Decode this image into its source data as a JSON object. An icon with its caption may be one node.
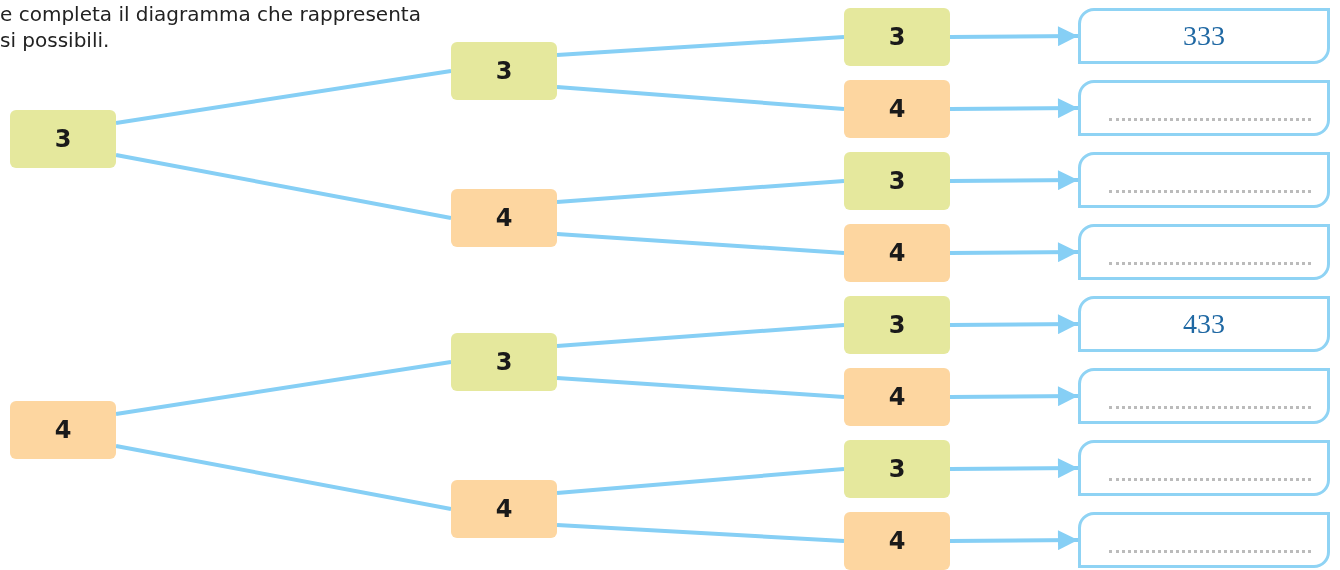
{
  "diagram": {
    "nodes": [
      {
        "text": [
          "3"
        ]
      },
      {
        "text": [
          "4"
        ]
      },
      {
        "text": [
          "3"
        ]
      },
      {
        "text": [
          "4"
        ]
      },
      {
        "text": [
          "3"
        ]
      },
      {
        "text": [
          "4"
        ]
      },
      {
        "text": [
          "3"
        ]
      },
      {
        "text": [
          "4"
        ]
      },
      {
        "text": [
          "3"
        ]
      },
      {
        "text": [
          "4"
        ]
      },
      {
        "text": [
          "3"
        ]
      },
      {
        "text": [
          "4"
        ]
      },
      {
        "text": [
          "3"
        ]
      },
      {
        "text": [
          "4"
        ]
      },
      {
        "text": [
          "333"
        ]
      },
      {
        "text": [],
        "shape": "box"
      },
      {
        "text": [],
        "shape": "box"
      },
      {
        "text": [],
        "shape": "box"
      },
      {
        "text": [
          "433"
        ]
      },
      {
        "text": [],
        "shape": "box"
      },
      {
        "text": [],
        "shape": "box"
      },
      {
        "text": [],
        "shape": "box"
      }
    ],
    "edges": [
      {
        "from": 0,
        "to": 2,
        "arrow": "none"
      },
      {
        "from": 0,
        "to": 3,
        "arrow": "none"
      },
      {
        "from": 1,
        "to": 4,
        "arrow": "none"
      },
      {
        "from": 1,
        "to": 5,
        "arrow": "none"
      },
      {
        "from": 2,
        "to": 6,
        "arrow": "none"
      },
      {
        "from": 2,
        "to": 7,
        "arrow": "none"
      },
      {
        "from": 3,
        "to": 8,
        "arrow": "none"
      },
      {
        "from": 3,
        "to": 9,
        "arrow": "none"
      },
      {
        "from": 4,
        "to": 10,
        "arrow": "none"
      },
      {
        "from": 4,
        "to": 11,
        "arrow": "none"
      },
      {
        "from": 5,
        "to": 12,
        "arrow": "none"
      },
      {
        "from": 5,
        "to": 13,
        "arrow": "none"
      },
      {
        "from": 6,
        "to": 14,
        "arrow": "to"
      },
      {
        "from": 7,
        "to": 15,
        "arrow": "to"
      },
      {
        "from": 8,
        "to": 16,
        "arrow": "to"
      },
      {
        "from": 9,
        "to": 17,
        "arrow": "to"
      },
      {
        "from": 10,
        "to": 18,
        "arrow": "to"
      },
      {
        "from": 11,
        "to": 19,
        "arrow": "to"
      },
      {
        "from": 12,
        "to": 20,
        "arrow": "to"
      },
      {
        "from": 13,
        "to": 21,
        "arrow": "to"
      }
    ],
    "labels": [
      "e completa il diagramma che rappresenta",
      "si possibili."
    ]
  }
}
